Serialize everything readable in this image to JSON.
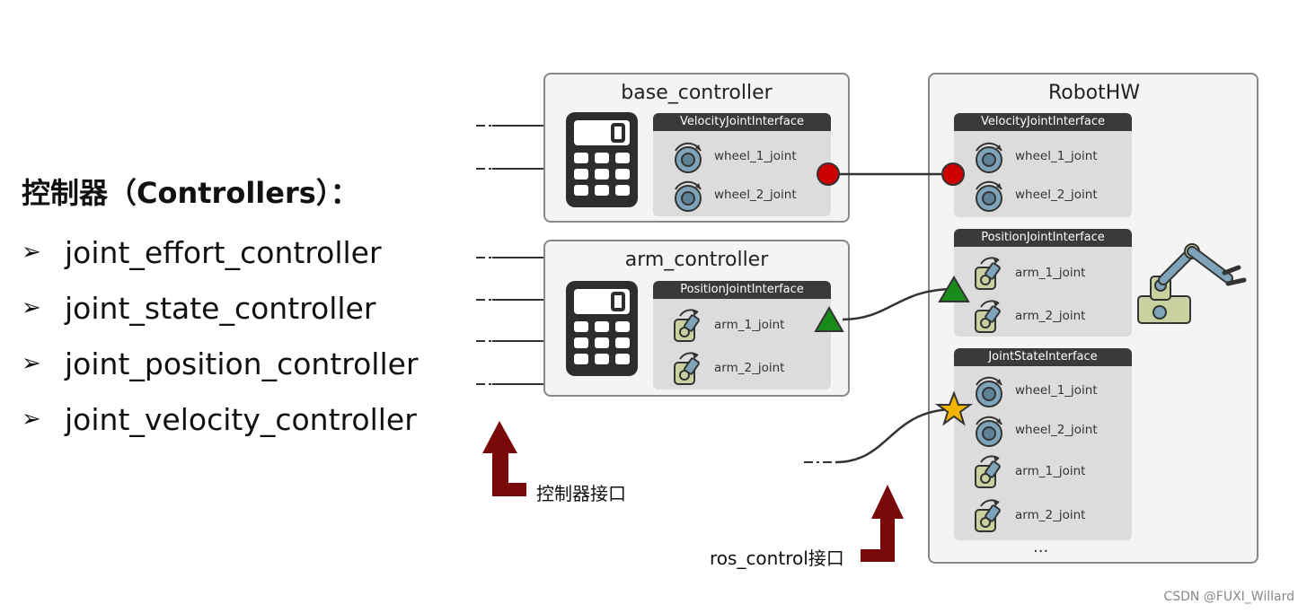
{
  "left": {
    "heading": "控制器（Controllers）：",
    "bullet": "➢",
    "items": [
      "joint_effort_controller",
      "joint_state_controller",
      "joint_position_controller",
      "joint_velocity_controller"
    ]
  },
  "base_controller": {
    "title": "base_controller",
    "interface": "VelocityJointInterface",
    "joints": [
      "wheel_1_joint",
      "wheel_2_joint"
    ]
  },
  "arm_controller": {
    "title": "arm_controller",
    "interface": "PositionJointInterface",
    "joints": [
      "arm_1_joint",
      "arm_2_joint"
    ]
  },
  "robothw": {
    "title": "RobotHW",
    "velocity": {
      "interface": "VelocityJointInterface",
      "joints": [
        "wheel_1_joint",
        "wheel_2_joint"
      ]
    },
    "position": {
      "interface": "PositionJointInterface",
      "joints": [
        "arm_1_joint",
        "arm_2_joint"
      ]
    },
    "state": {
      "interface": "JointStateInterface",
      "joints": [
        "wheel_1_joint",
        "wheel_2_joint",
        "arm_1_joint",
        "arm_2_joint"
      ]
    },
    "ellipsis": "..."
  },
  "captions": {
    "controller_interface": "控制器接口",
    "ros_control_interface": "ros_control接口"
  },
  "watermark": "CSDN @FUXI_Willard",
  "colors": {
    "velocity_port": "#cc0000",
    "position_port": "#1a8a1a",
    "state_port": "#f0b400",
    "arrow": "#7a0a0a",
    "wheel_icon": "#7fa3b8",
    "arm_icon": "#c8d1a0"
  }
}
